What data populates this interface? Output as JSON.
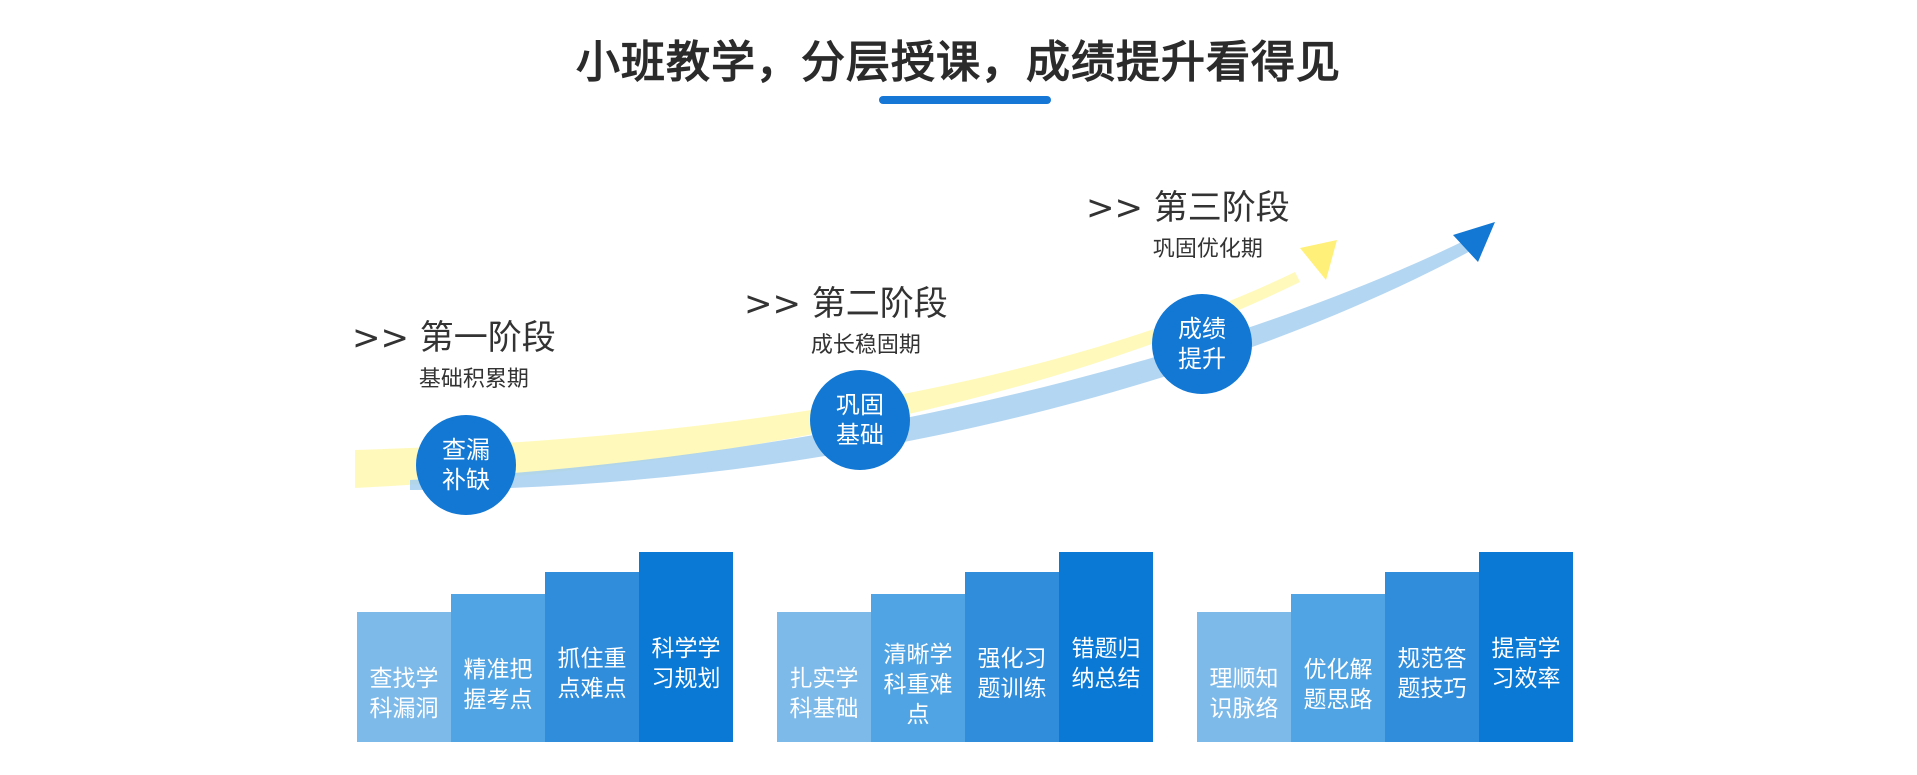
{
  "title": "小班教学，分层授课，成绩提升看得见",
  "colors": {
    "accent": "#1677d6",
    "circle": "#1278d4",
    "bar_shades": [
      "#7dbaea",
      "#51a4e3",
      "#2f8ddc",
      "#0a79d6"
    ],
    "curve_yellow": "#fff7a6",
    "curve_blue": "#a6cff0"
  },
  "stages": [
    {
      "heading": ">> 第一阶段",
      "subtitle": "基础积累期",
      "milestone": "查漏补缺",
      "steps": [
        "查找学科漏洞",
        "精准把握考点",
        "抓住重点难点",
        "科学学习规划"
      ]
    },
    {
      "heading": ">> 第二阶段",
      "subtitle": "成长稳固期",
      "milestone": "巩固基础",
      "steps": [
        "扎实学科基础",
        "清晰学科重难点",
        "强化习题训练",
        "错题归纳总结"
      ]
    },
    {
      "heading": ">> 第三阶段",
      "subtitle": "巩固优化期",
      "milestone": "成绩提升",
      "steps": [
        "理顺知识脉络",
        "优化解题思路",
        "规范答题技巧",
        "提高学习效率"
      ]
    }
  ],
  "step_levels": [
    0.58,
    0.66,
    0.76,
    0.85
  ]
}
